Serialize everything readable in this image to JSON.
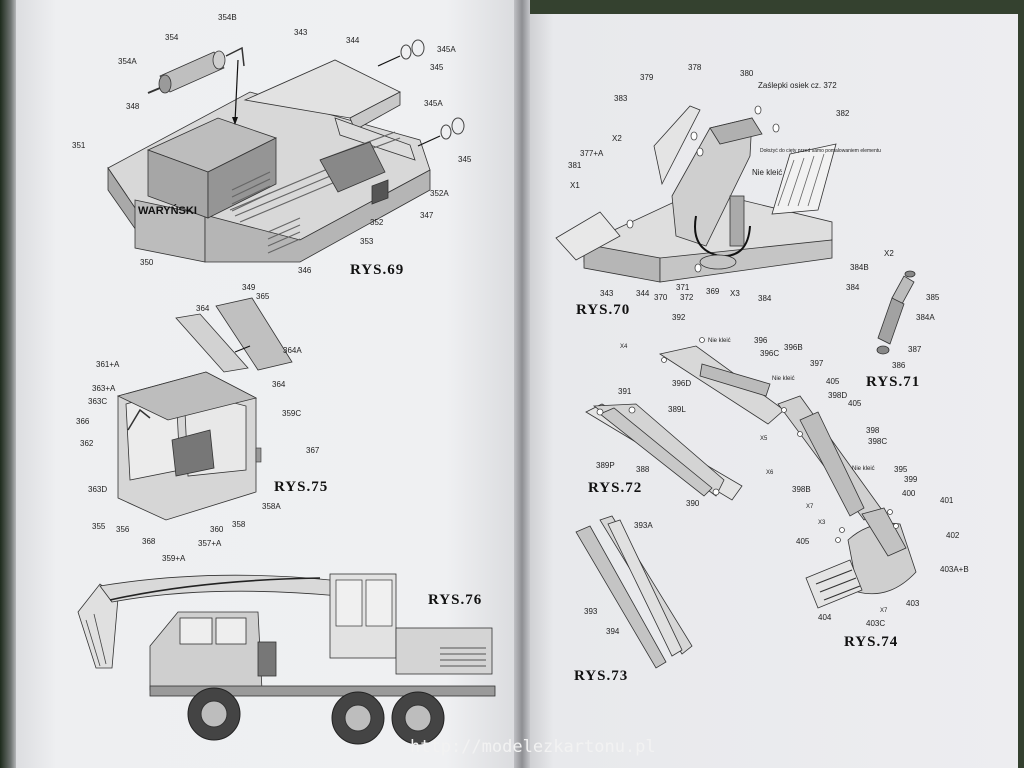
{
  "fig69": {
    "title": "RYS.69",
    "brand": "WARYŃSKI",
    "labels": [
      "354B",
      "354",
      "354A",
      "343",
      "344",
      "345A",
      "345",
      "345A",
      "345",
      "348",
      "351",
      "352A",
      "347",
      "352",
      "353",
      "346",
      "350",
      "349"
    ]
  },
  "fig70": {
    "title": "RYS.70",
    "labels": [
      "379",
      "378",
      "380",
      "Zaślepki osiek cz. 372",
      "383",
      "382",
      "X2",
      "377+A",
      "381",
      "X1",
      "Nie kleić",
      "343",
      "344",
      "370",
      "371",
      "372",
      "369",
      "X3",
      "384"
    ],
    "notes": [
      "Dołożyć do cięty przed samo pomalowaniem elementu"
    ]
  },
  "fig71": {
    "title": "RYS.71",
    "labels": [
      "X2",
      "384B",
      "385",
      "384",
      "384A",
      "387",
      "386"
    ]
  },
  "fig72": {
    "title": "RYS.72",
    "labels": [
      "391",
      "389L",
      "389P",
      "388",
      "390"
    ]
  },
  "fig73": {
    "title": "RYS.73",
    "labels": [
      "393A",
      "393",
      "394"
    ]
  },
  "fig74": {
    "title": "RYS.74",
    "labels": [
      "392",
      "X4",
      "Nie kleić",
      "396",
      "396C",
      "396B",
      "396D",
      "397",
      "Nie kleić",
      "405",
      "398D",
      "405",
      "X5",
      "X6",
      "398",
      "398C",
      "Nie kleić",
      "395",
      "399",
      "398B",
      "400",
      "X7",
      "401",
      "X3",
      "405",
      "402",
      "403A+B",
      "404",
      "403C",
      "403",
      "X7"
    ]
  },
  "fig75": {
    "title": "RYS.75",
    "labels": [
      "364",
      "365",
      "364A",
      "361+A",
      "364",
      "363+A",
      "363C",
      "359C",
      "366",
      "362",
      "367",
      "363D",
      "358A",
      "355",
      "356",
      "368",
      "360",
      "358",
      "359+A",
      "357+A"
    ]
  },
  "fig76": {
    "title": "RYS.76"
  },
  "footer": {
    "url": "http://modelezkartonu.pl"
  }
}
